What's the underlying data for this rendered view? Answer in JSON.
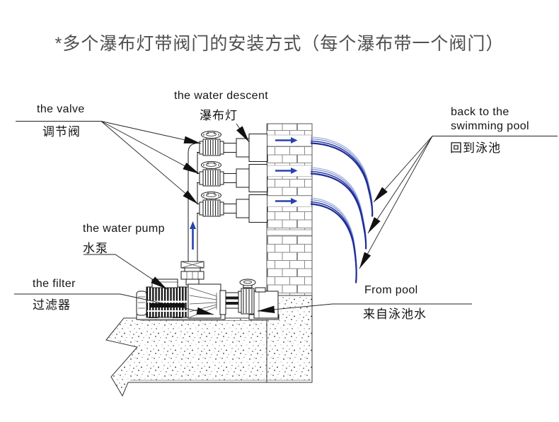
{
  "title": "*多个瀑布灯带阀门的安装方式（每个瀑布带一个阀门）",
  "labels": {
    "valve": {
      "en": "the valve",
      "zh": "调节阀"
    },
    "water_descent": {
      "en": "the water descent",
      "zh": "瀑布灯"
    },
    "back_to_pool": {
      "en_line1": "back to the",
      "en_line2": "swimming pool",
      "zh": "回到泳池"
    },
    "water_pump": {
      "en": "the water pump",
      "zh": "水泵"
    },
    "filter": {
      "en": "the filter",
      "zh": "过滤器"
    },
    "from_pool": {
      "en": "From pool",
      "zh": "来自泳池水"
    }
  },
  "colors": {
    "title_gray": "#4f4f4f",
    "label_black": "#141414",
    "flow_blue": "#2742b0",
    "stream_dark": "#1f2d96",
    "stream_mid": "#7e8fd0",
    "stream_light": "#a3b0dd",
    "brick_line": "#8a8a8a",
    "leader_line": "#222222"
  },
  "icons": {
    "flow_direction": "right-arrow",
    "pipe_flow": "up-arrow",
    "leader_tip": "solid-triangle-arrowhead"
  }
}
